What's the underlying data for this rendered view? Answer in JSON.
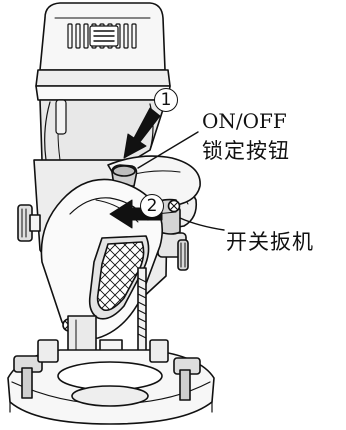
{
  "steps": {
    "step1": "1",
    "step2": "2"
  },
  "labels": {
    "onoff_line1": "ON/OFF",
    "onoff_line2": "锁定按钮",
    "trigger": "开关扳机"
  },
  "icons": {
    "screw": "crossed-circle-screw-icon",
    "arrow": "solid-arrow-icon"
  },
  "colors": {
    "line": "#111111",
    "fill_light": "#f4f4f4",
    "fill_mid": "#dcdcdc",
    "fill_dark": "#9a9a9a"
  }
}
